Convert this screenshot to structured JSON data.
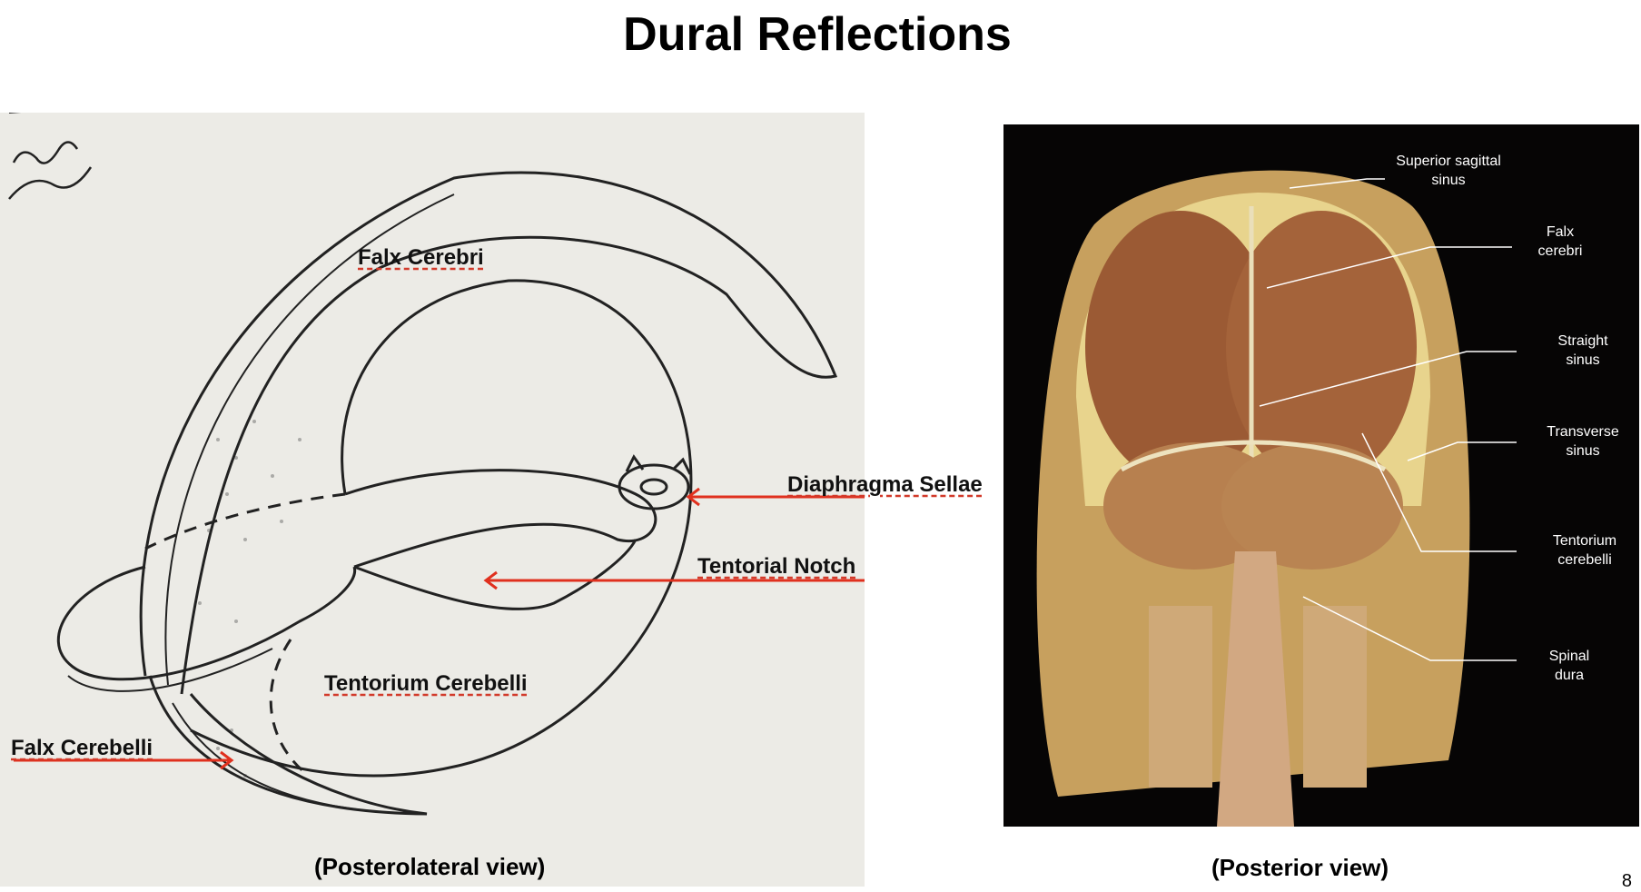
{
  "title": "Dural Reflections",
  "left": {
    "labels": {
      "falx_cerebri": "Falx Cerebri",
      "diaphragma_sellae": "Diaphragma Sellae",
      "tentorial_notch": "Tentorial Notch",
      "tentorium_cerebelli": "Tentorium Cerebelli",
      "falx_cerebelli": "Falx Cerebelli"
    },
    "caption": "(Posterolateral view)"
  },
  "right": {
    "labels": {
      "superior_sagittal_sinus": "Superior sagittal sinus",
      "falx_cerebri": "Falx cerebri",
      "straight_sinus": "Straight sinus",
      "transverse_sinus": "Transverse sinus",
      "tentorium_cerebelli": "Tentorium cerebelli",
      "spinal_dura": "Spinal dura"
    },
    "caption": "(Posterior view)"
  },
  "page_number": "8",
  "colors": {
    "arrow": "#e0301e",
    "sketch_bg": "#ecebe6",
    "photo_bg": "#060505"
  }
}
